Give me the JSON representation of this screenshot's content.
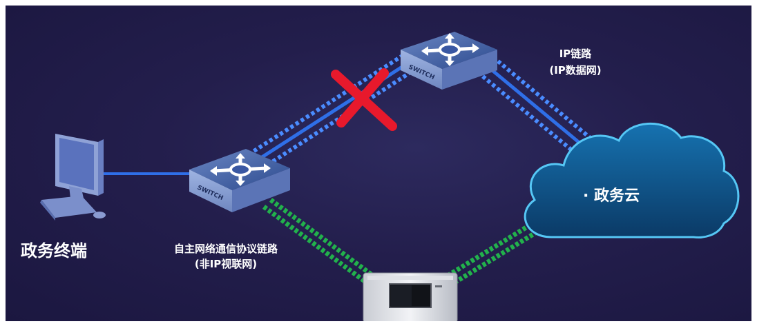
{
  "labels": {
    "terminal": "政务终端",
    "protocol_line1": "自主网络通信协议链路",
    "protocol_line2": "(非IP视联网)",
    "ip_line1": "IP链路",
    "ip_line2": "(IP数据网)",
    "cloud": "· 政务云",
    "switch_text": "SWITCH"
  },
  "colors": {
    "background": "#231e4c",
    "ip_link": "#2f6fe8",
    "protocol_link": "#22b14c",
    "cross": "#e8192c",
    "cloud": "#0f4f82",
    "cloud_outline": "#4fc3f7"
  }
}
